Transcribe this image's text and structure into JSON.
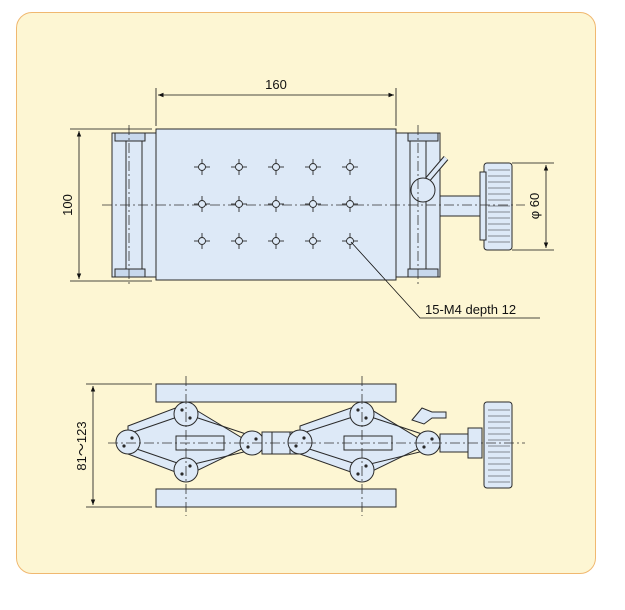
{
  "colors": {
    "panel_bg": "#fdf6d3",
    "panel_border": "#f0b870",
    "part_fill": "#dde9f7",
    "part_stroke": "#2a2a2a"
  },
  "top_view": {
    "width_label": "160",
    "height_label": "100",
    "knob_diameter_label": "φ 60",
    "hole_callout": "15-M4 depth 12",
    "hole_grid": {
      "rows": 3,
      "cols": 5
    }
  },
  "side_view": {
    "height_range_label": "81～123"
  }
}
